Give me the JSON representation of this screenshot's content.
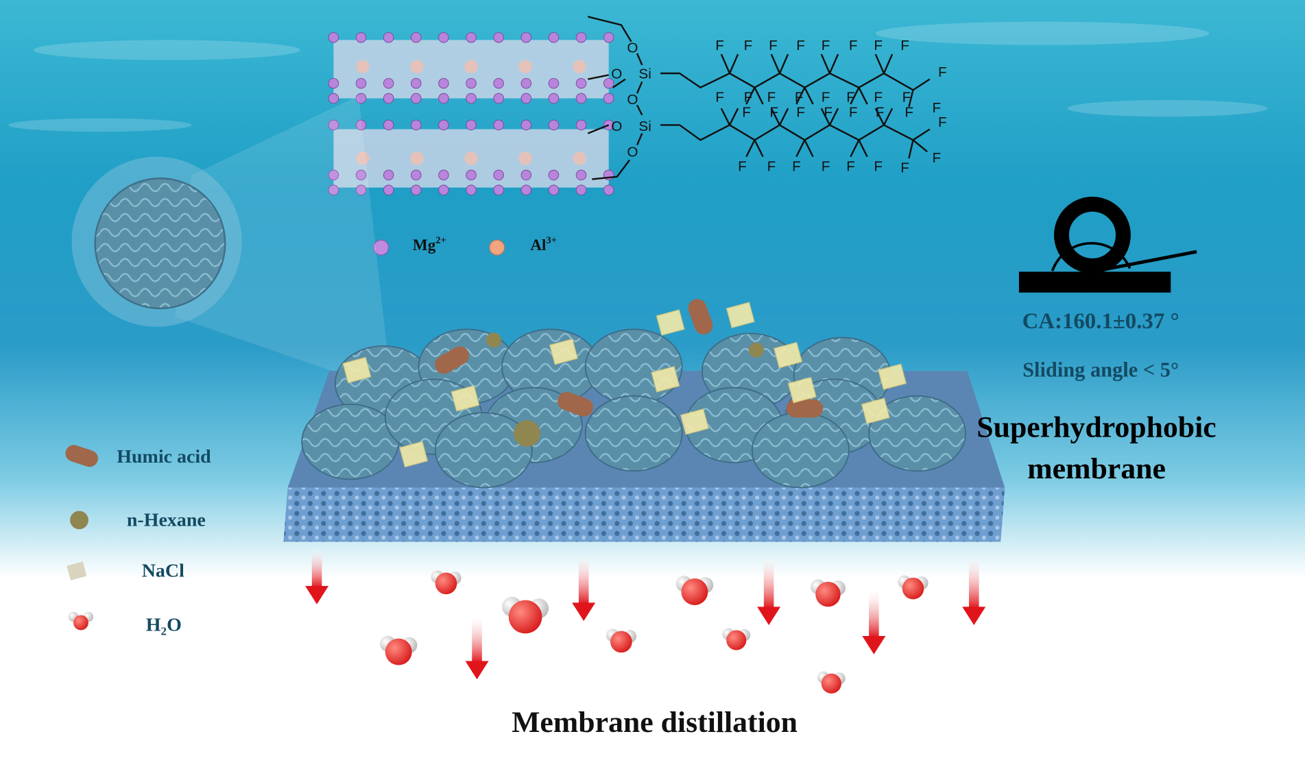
{
  "structure": {
    "atoms": {
      "O": "O",
      "Si": "Si",
      "F": "F"
    },
    "ion_legend": [
      {
        "label": "Mg",
        "superscript": "2+",
        "color": "#c08ae0"
      },
      {
        "label": "Al",
        "superscript": "3+",
        "color": "#f2a57e"
      }
    ]
  },
  "contact_angle": {
    "ca_text": "CA:160.1±0.37 °",
    "sliding_text": "Sliding angle < 5°"
  },
  "membrane_label": {
    "line1": "Superhydrophobic",
    "line2": "membrane"
  },
  "legend": [
    {
      "label": "Humic acid",
      "color": "#a0674a"
    },
    {
      "label": "n-Hexane",
      "color": "#8f8650"
    },
    {
      "label": "NaCl",
      "color": "#d8d4bd"
    },
    {
      "label": "H",
      "subscript": "2",
      "suffix": "O",
      "color": "#e53935"
    }
  ],
  "caption": "Membrane distillation",
  "colors": {
    "water_top": "#2aa5c8",
    "water_mid": "#4fb6d8",
    "membrane": "#5f93bd",
    "arrow": "#e0151b"
  }
}
